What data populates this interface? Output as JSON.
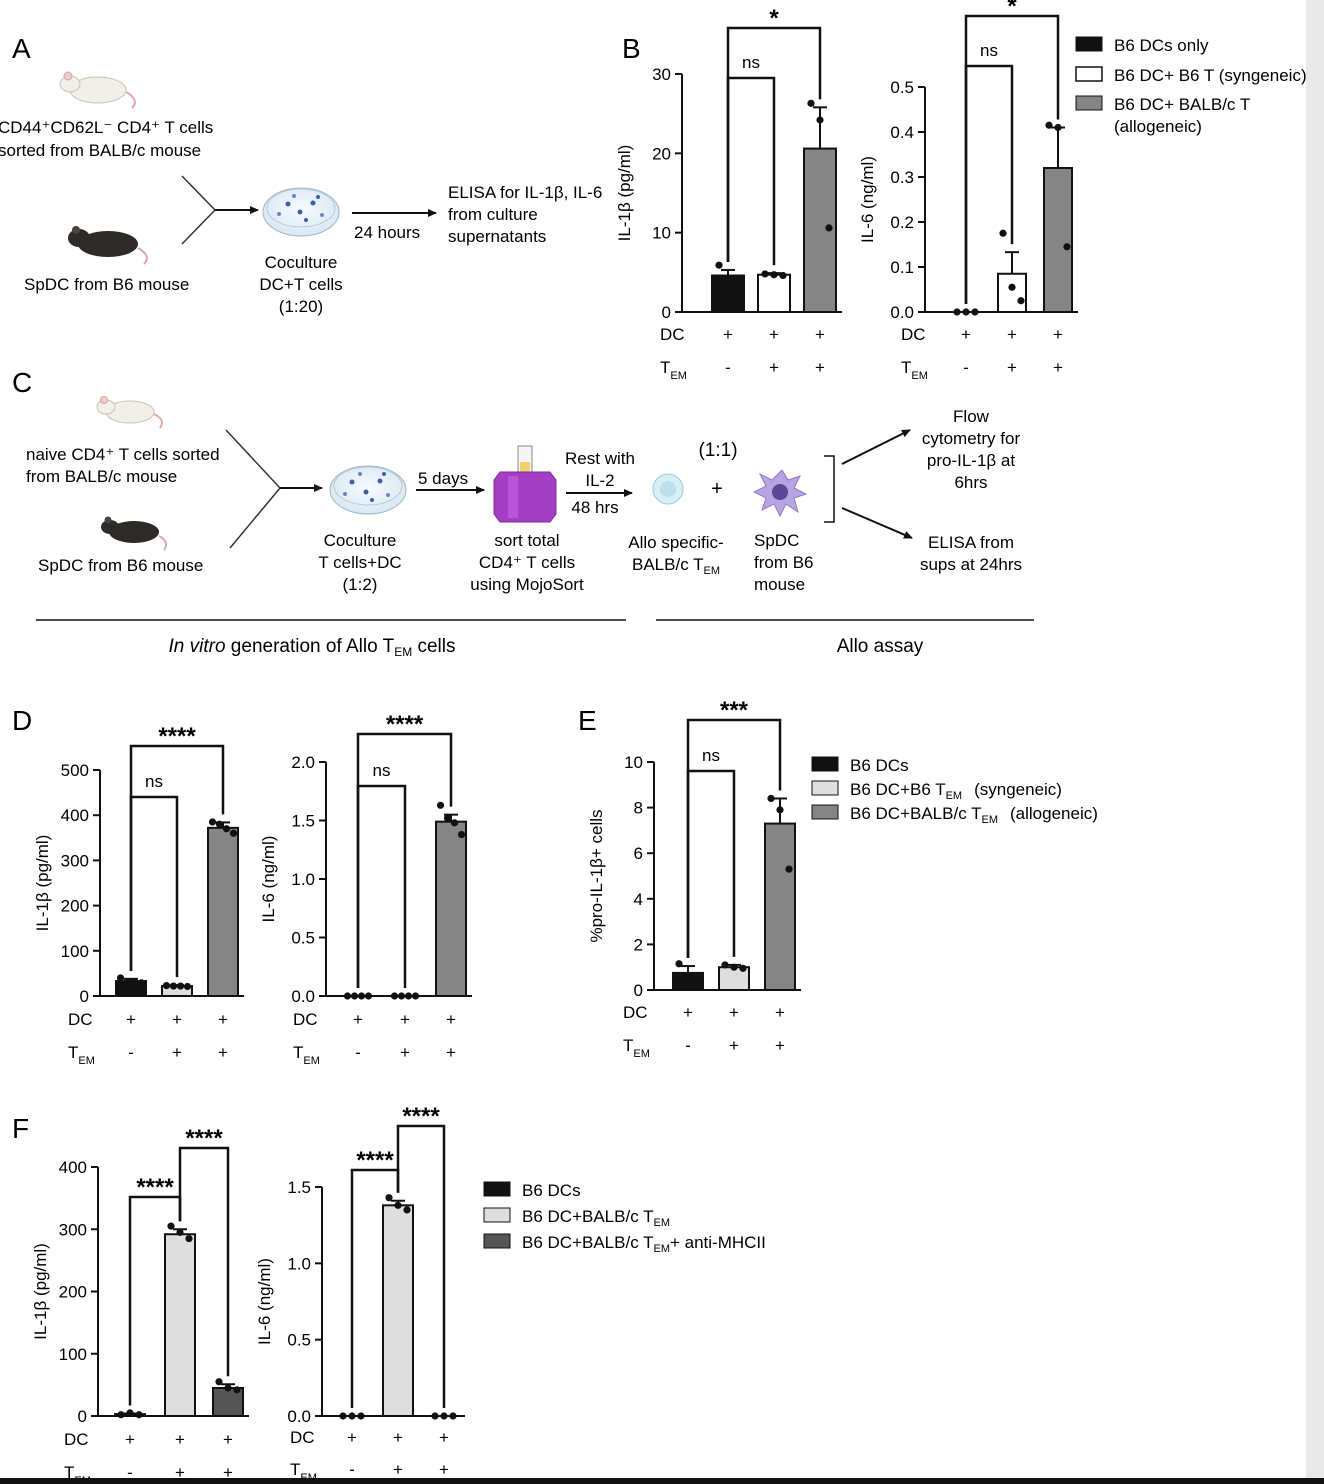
{
  "panels": {
    "A": "A",
    "B": "B",
    "C": "C",
    "D": "D",
    "E": "E",
    "F": "F"
  },
  "panelA": {
    "t_cells_line1": "CD44⁺CD62L⁻ CD4⁺ T cells",
    "t_cells_line2": "sorted from BALB/c mouse",
    "spdc": "SpDC from B6 mouse",
    "coculture_line1": "Coculture",
    "coculture_line2": "DC+T cells",
    "coculture_line3": "(1:20)",
    "time": "24  hours",
    "elisa_line1": "ELISA for IL-1β, IL-6",
    "elisa_line2": "from culture",
    "elisa_line3": "supernatants"
  },
  "panelC": {
    "naive_line1": "naive CD4⁺ T cells sorted",
    "naive_line2": "from BALB/c  mouse",
    "spdc": "SpDC from B6  mouse",
    "coculture_line1": "Coculture",
    "coculture_line2": "T cells+DC",
    "coculture_line3": "(1:2)",
    "days": "5 days",
    "sort_line1": "sort total",
    "sort_line2": "CD4⁺ T cells",
    "sort_line3": "using MojoSort",
    "rest_line1": "Rest with",
    "rest_line2": "IL-2",
    "rest_line3": "48 hrs",
    "ratio": "(1:1)",
    "plus": "+",
    "allo_line1": "Allo specific-",
    "allo_line2": "BALB/c T",
    "allo_sub": "EM",
    "spdc2_line1": "SpDC",
    "spdc2_line2": "from  B6",
    "spdc2_line3": "mouse",
    "flow_line1": "Flow",
    "flow_line2": "cytometry for",
    "flow_line3": "pro-IL-1β at",
    "flow_line4": "6hrs",
    "elisa_line1": "ELISA from",
    "elisa_line2": "sups at 24hrs",
    "footer_left_italic": "In vitro",
    "footer_left_rest": " generation of Allo T",
    "footer_left_sub": "EM",
    "footer_left_end": " cells",
    "footer_right": "Allo assay"
  },
  "legends": {
    "B": [
      "B6 DCs only",
      "B6 DC+ B6 T (syngeneic)",
      "B6 DC+ BALB/c T",
      "(allogeneic)"
    ],
    "E": [
      "B6 DCs",
      "B6 DC+B6 T",
      "EM",
      "(syngeneic)",
      "B6 DC+BALB/c T",
      "EM",
      "(allogeneic)"
    ],
    "F": [
      "B6 DCs",
      "B6 DC+BALB/c T",
      "EM",
      "B6 DC+BALB/c T",
      "EM",
      "+ anti-MHCII"
    ]
  },
  "colors": {
    "black": "#111111",
    "white": "#ffffff",
    "dark_gray": "#858585",
    "light_gray": "#dedede"
  },
  "chart_data": [
    {
      "id": "B1",
      "type": "bar",
      "panel": "B",
      "ylabel": "IL-1β (pg/ml)",
      "ylim": [
        0,
        30
      ],
      "yticks": [
        "0",
        "10",
        "20",
        "30"
      ],
      "rows": [
        {
          "label": "DC",
          "values": [
            "+",
            "+",
            "+"
          ]
        },
        {
          "label": "T",
          "sub": "EM",
          "values": [
            "-",
            "+",
            "+"
          ]
        }
      ],
      "values": [
        4.6,
        4.7,
        20.6
      ],
      "errors": [
        0.7,
        0.2,
        5.2
      ],
      "points": [
        [
          5.9,
          4.0,
          4.0
        ],
        [
          4.8,
          4.7,
          4.6
        ],
        [
          26.3,
          24.2,
          10.6
        ]
      ],
      "fills": [
        "#111111",
        "#ffffff",
        "#858585"
      ],
      "comparisons": [
        {
          "from": 0,
          "to": 1,
          "label": "ns"
        },
        {
          "from": 0,
          "to": 2,
          "label": "*"
        }
      ]
    },
    {
      "id": "B2",
      "type": "bar",
      "panel": "B",
      "ylabel": "IL-6 (ng/ml)",
      "ylim": [
        0,
        0.5
      ],
      "yticks": [
        "0.0",
        "0.1",
        "0.2",
        "0.3",
        "0.4",
        "0.5"
      ],
      "rows": [
        {
          "label": "DC",
          "values": [
            "+",
            "+",
            "+"
          ]
        },
        {
          "label": "T",
          "sub": "EM",
          "values": [
            "-",
            "+",
            "+"
          ]
        }
      ],
      "values": [
        0.0,
        0.085,
        0.32
      ],
      "errors": [
        0,
        0.048,
        0.09
      ],
      "points": [
        [
          0,
          0,
          0
        ],
        [
          0.175,
          0.055,
          0.025
        ],
        [
          0.415,
          0.41,
          0.145
        ]
      ],
      "fills": [
        "#111111",
        "#ffffff",
        "#858585"
      ],
      "comparisons": [
        {
          "from": 0,
          "to": 1,
          "label": "ns"
        },
        {
          "from": 0,
          "to": 2,
          "label": "*"
        }
      ]
    },
    {
      "id": "D1",
      "type": "bar",
      "panel": "D",
      "ylabel": "IL-1β (pg/ml)",
      "ylim": [
        0,
        500
      ],
      "yticks": [
        "0",
        "100",
        "200",
        "300",
        "400",
        "500"
      ],
      "rows": [
        {
          "label": "DC",
          "values": [
            "+",
            "+",
            "+"
          ]
        },
        {
          "label": "T",
          "sub": "EM",
          "values": [
            "-",
            "+",
            "+"
          ]
        }
      ],
      "values": [
        33,
        22,
        372
      ],
      "errors": [
        5,
        2,
        12
      ],
      "points": [
        [
          40,
          30,
          32,
          29
        ],
        [
          23,
          22,
          22,
          21
        ],
        [
          385,
          380,
          370,
          360
        ]
      ],
      "fills": [
        "#111111",
        "#dedede",
        "#858585"
      ],
      "comparisons": [
        {
          "from": 0,
          "to": 1,
          "label": "ns"
        },
        {
          "from": 0,
          "to": 2,
          "label": "****"
        }
      ]
    },
    {
      "id": "D2",
      "type": "bar",
      "panel": "D",
      "ylabel": "IL-6 (ng/ml)",
      "ylim": [
        0,
        2.0
      ],
      "yticks": [
        "0.0",
        "0.5",
        "1.0",
        "1.5",
        "2.0"
      ],
      "rows": [
        {
          "label": "DC",
          "values": [
            "+",
            "+",
            "+"
          ]
        },
        {
          "label": "T",
          "sub": "EM",
          "values": [
            "-",
            "+",
            "+"
          ]
        }
      ],
      "values": [
        0.0,
        0.0,
        1.49
      ],
      "errors": [
        0,
        0,
        0.06
      ],
      "points": [
        [
          0,
          0,
          0,
          0
        ],
        [
          0,
          0,
          0,
          0
        ],
        [
          1.63,
          1.52,
          1.48,
          1.38
        ]
      ],
      "fills": [
        "#111111",
        "#dedede",
        "#858585"
      ],
      "comparisons": [
        {
          "from": 0,
          "to": 1,
          "label": "ns"
        },
        {
          "from": 0,
          "to": 2,
          "label": "****"
        }
      ]
    },
    {
      "id": "E1",
      "type": "bar",
      "panel": "E",
      "ylabel": "%pro-IL-1β+ cells",
      "ylim": [
        0,
        10
      ],
      "yticks": [
        "0",
        "2",
        "4",
        "6",
        "8",
        "10"
      ],
      "rows": [
        {
          "label": "DC",
          "values": [
            "+",
            "+",
            "+"
          ]
        },
        {
          "label": "T",
          "sub": "EM",
          "values": [
            "-",
            "+",
            "+"
          ]
        }
      ],
      "values": [
        0.75,
        1.0,
        7.3
      ],
      "errors": [
        0.3,
        0.1,
        1.1
      ],
      "points": [
        [
          1.15,
          0.6,
          0.5
        ],
        [
          1.1,
          1.0,
          0.95
        ],
        [
          8.4,
          7.9,
          5.3
        ]
      ],
      "fills": [
        "#111111",
        "#dedede",
        "#858585"
      ],
      "comparisons": [
        {
          "from": 0,
          "to": 1,
          "label": "ns"
        },
        {
          "from": 0,
          "to": 2,
          "label": "***"
        }
      ]
    },
    {
      "id": "F1",
      "type": "bar",
      "panel": "F",
      "ylabel": "IL-1β (pg/ml)",
      "ylim": [
        0,
        400
      ],
      "yticks": [
        "0",
        "100",
        "200",
        "300",
        "400"
      ],
      "rows": [
        {
          "label": "DC",
          "values": [
            "+",
            "+",
            "+"
          ]
        },
        {
          "label": "T",
          "sub": "EM",
          "values": [
            "-",
            "+",
            "+"
          ]
        }
      ],
      "values": [
        3,
        292,
        45
      ],
      "errors": [
        1,
        8,
        6
      ],
      "points": [
        [
          2,
          5,
          2
        ],
        [
          305,
          295,
          285
        ],
        [
          55,
          45,
          42
        ]
      ],
      "fills": [
        "#111111",
        "#dedede",
        "#555555"
      ],
      "comparisons": [
        {
          "from": 0,
          "to": 1,
          "label": "****"
        },
        {
          "from": 1,
          "to": 2,
          "label": "****"
        }
      ]
    },
    {
      "id": "F2",
      "type": "bar",
      "panel": "F",
      "ylabel": "IL-6 (ng/ml)",
      "ylim": [
        0,
        1.5
      ],
      "yticks": [
        "0.0",
        "0.5",
        "1.0",
        "1.5"
      ],
      "rows": [
        {
          "label": "DC",
          "values": [
            "+",
            "+",
            "+"
          ]
        },
        {
          "label": "T",
          "sub": "EM",
          "values": [
            "-",
            "+",
            "+"
          ]
        }
      ],
      "values": [
        0.0,
        1.38,
        0.0
      ],
      "errors": [
        0,
        0.03,
        0
      ],
      "points": [
        [
          0,
          0,
          0
        ],
        [
          1.43,
          1.38,
          1.35
        ],
        [
          0,
          0,
          0
        ]
      ],
      "fills": [
        "#111111",
        "#dedede",
        "#555555"
      ],
      "comparisons": [
        {
          "from": 0,
          "to": 1,
          "label": "****"
        },
        {
          "from": 1,
          "to": 2,
          "label": "****"
        }
      ]
    }
  ]
}
